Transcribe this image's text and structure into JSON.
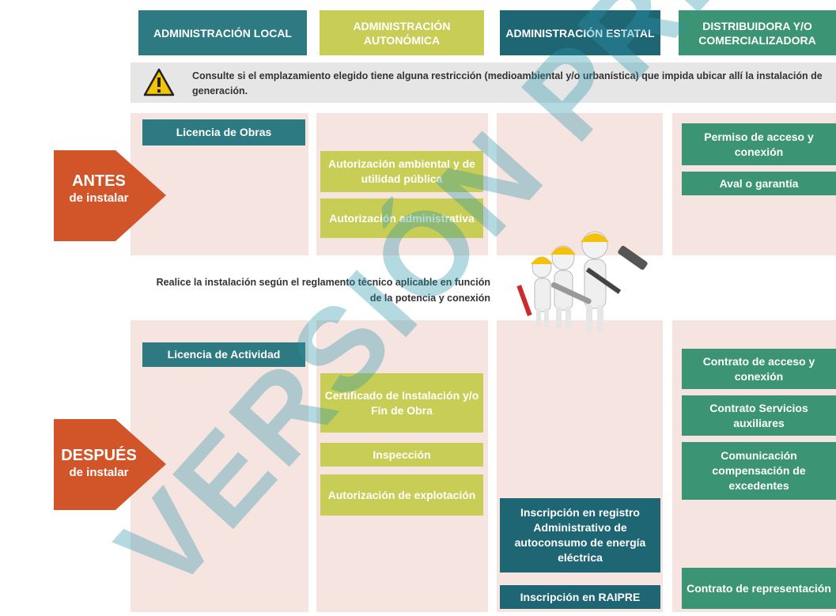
{
  "headers": {
    "local": "ADMINISTRACIÓN LOCAL",
    "autonomica": "ADMINISTRACIÓN AUTONÓMICA",
    "estatal": "ADMINISTRACIÓN ESTATAL",
    "distribuidora": "DISTRIBUIDORA Y/O COMERCIALIZADORA"
  },
  "notice": "Consulte si el emplazamiento elegido tiene alguna restricción (medioambiental y/o urbanística) que impida ubicar allí la instalación de generación.",
  "phases": {
    "antes": {
      "line1": "ANTES",
      "line2": "de instalar"
    },
    "despues": {
      "line1": "DESPUÉS",
      "line2": "de instalar"
    }
  },
  "middle_text": "Realice la instalación según el reglamento técnico aplicable en función de la potencia y conexión",
  "watermark": "VERSIÓN PRE",
  "before": {
    "local": [
      "Licencia de Obras"
    ],
    "autonomica": [
      "Autorización ambiental y de utilidad pública",
      "Autorización administrativa"
    ],
    "distribuidora": [
      "Permiso de acceso y conexión",
      "Aval o garantía"
    ]
  },
  "after": {
    "local": [
      "Licencia de Actividad"
    ],
    "autonomica": [
      "Certificado de Instalación y/o Fin de Obra",
      "Inspección",
      "Autorización de explotación"
    ],
    "estatal": [
      "Inscripción en registro Administrativo de autoconsumo de energía eléctrica",
      "Inscripción en RAIPRE"
    ],
    "distribuidora": [
      "Contrato de acceso y conexión",
      "Contrato Servicios auxiliares",
      "Comunicación compensación de excedentes",
      "Contrato de representación"
    ]
  },
  "colors": {
    "teal": "#2e7a82",
    "lime": "#c8cd55",
    "dark_teal": "#1f6675",
    "green": "#3b9473",
    "orange": "#d2552a",
    "column_bg": "#f6e4e1"
  }
}
